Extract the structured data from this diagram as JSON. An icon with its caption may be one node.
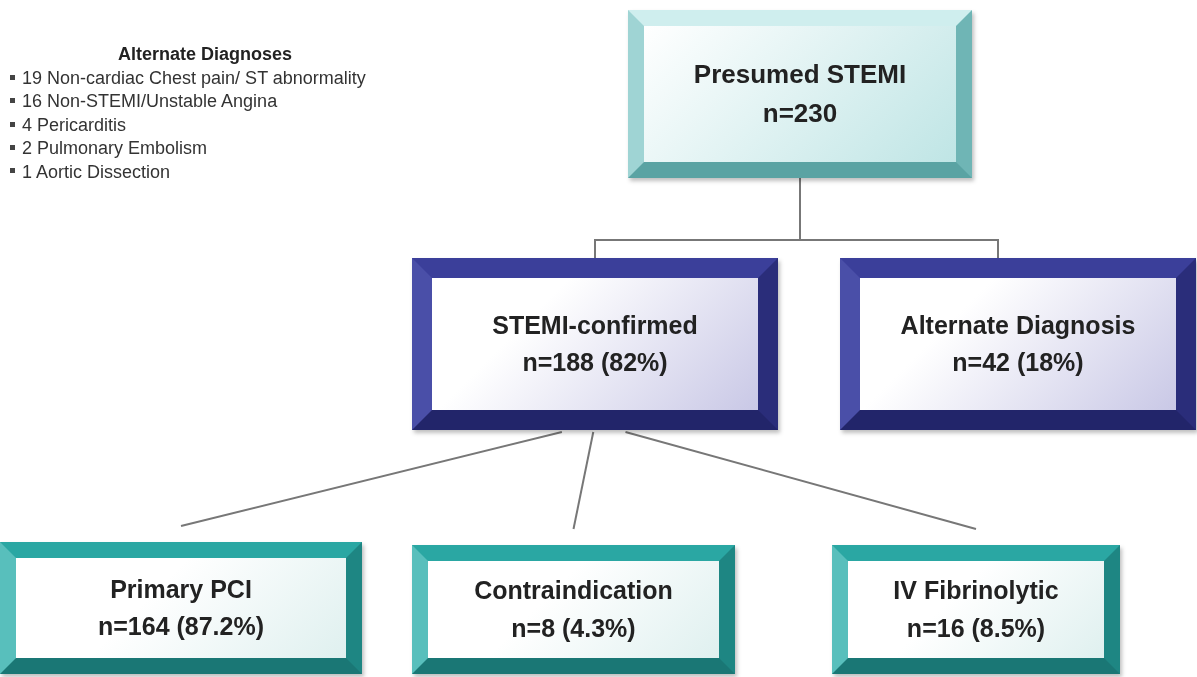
{
  "diagram": {
    "nodes": [
      {
        "text": [
          "Presumed STEMI",
          "n=230"
        ]
      },
      {
        "text": [
          "STEMI-confirmed",
          "n=188 (82%)"
        ]
      },
      {
        "text": [
          "Alternate Diagnosis",
          "n=42 (18%)"
        ]
      },
      {
        "text": [
          "Primary PCI",
          "n=164 (87.2%)"
        ]
      },
      {
        "text": [
          "Contraindication",
          "n=8 (4.3%)"
        ]
      },
      {
        "text": [
          "IV Fibrinolytic",
          "n=16 (8.5%)"
        ]
      }
    ],
    "edges": [
      {
        "from": 0,
        "to": 1,
        "arrow": "none"
      },
      {
        "from": 0,
        "to": 2,
        "arrow": "none"
      },
      {
        "from": 1,
        "to": 3,
        "arrow": "none"
      },
      {
        "from": 1,
        "to": 4,
        "arrow": "none"
      },
      {
        "from": 1,
        "to": 5,
        "arrow": "none"
      }
    ],
    "labels": [
      "Alternate Diagnoses",
      "19 Non-cardiac Chest pain/ ST abnormality",
      "16 Non-STEMI/Unstable Angina",
      "4 Pericarditis",
      "2 Pulmonary Embolism",
      "1 Aortic Dissection"
    ]
  }
}
